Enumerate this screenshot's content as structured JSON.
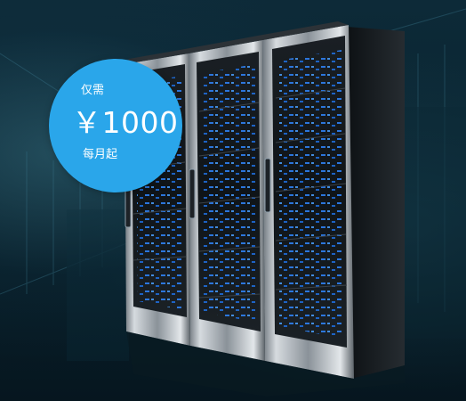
{
  "price_badge": {
    "prefix": "仅需",
    "amount": "￥1000",
    "suffix": "每月起"
  },
  "colors": {
    "badge": "#2aa6ea",
    "background": "#0b2230",
    "led_blue": "#2f86ff"
  }
}
